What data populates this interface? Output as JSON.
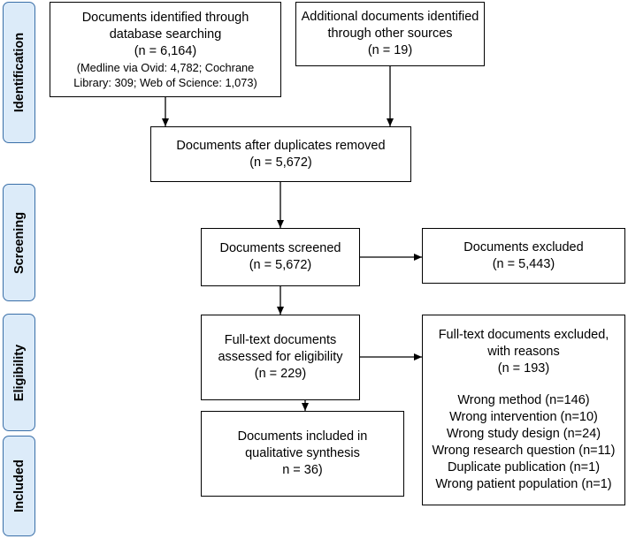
{
  "phases": {
    "identification": "Identification",
    "screening": "Screening",
    "eligibility": "Eligibility",
    "included": "Included"
  },
  "boxes": {
    "database": {
      "line1": "Documents identified through",
      "line2": "database searching",
      "line3": "(n = 6,164)",
      "detail1": "(Medline via Ovid: 4,782; Cochrane",
      "detail2": "Library: 309; Web of Science: 1,073)"
    },
    "other_sources": {
      "line1": "Additional documents identified",
      "line2": "through other sources",
      "line3": "(n = 19)"
    },
    "duplicates_removed": {
      "line1": "Documents after duplicates removed",
      "line2": "(n = 5,672)"
    },
    "screened": {
      "line1": "Documents screened",
      "line2": "(n = 5,672)"
    },
    "excluded": {
      "line1": "Documents excluded",
      "line2": "(n = 5,443)"
    },
    "full_text_assessed": {
      "line1": "Full-text documents",
      "line2": "assessed for eligibility",
      "line3": "(n = 229)"
    },
    "full_text_excluded": {
      "line1": "Full-text documents excluded,",
      "line2": "with reasons",
      "line3": "(n = 193)",
      "reasons": [
        "Wrong method (n=146)",
        "Wrong intervention (n=10)",
        "Wrong study design (n=24)",
        "Wrong research question (n=11)",
        "Duplicate publication (n=1)",
        "Wrong patient population (n=1)"
      ]
    },
    "included": {
      "line1": "Documents included in",
      "line2": "qualitative synthesis",
      "line3": "n = 36)"
    }
  }
}
